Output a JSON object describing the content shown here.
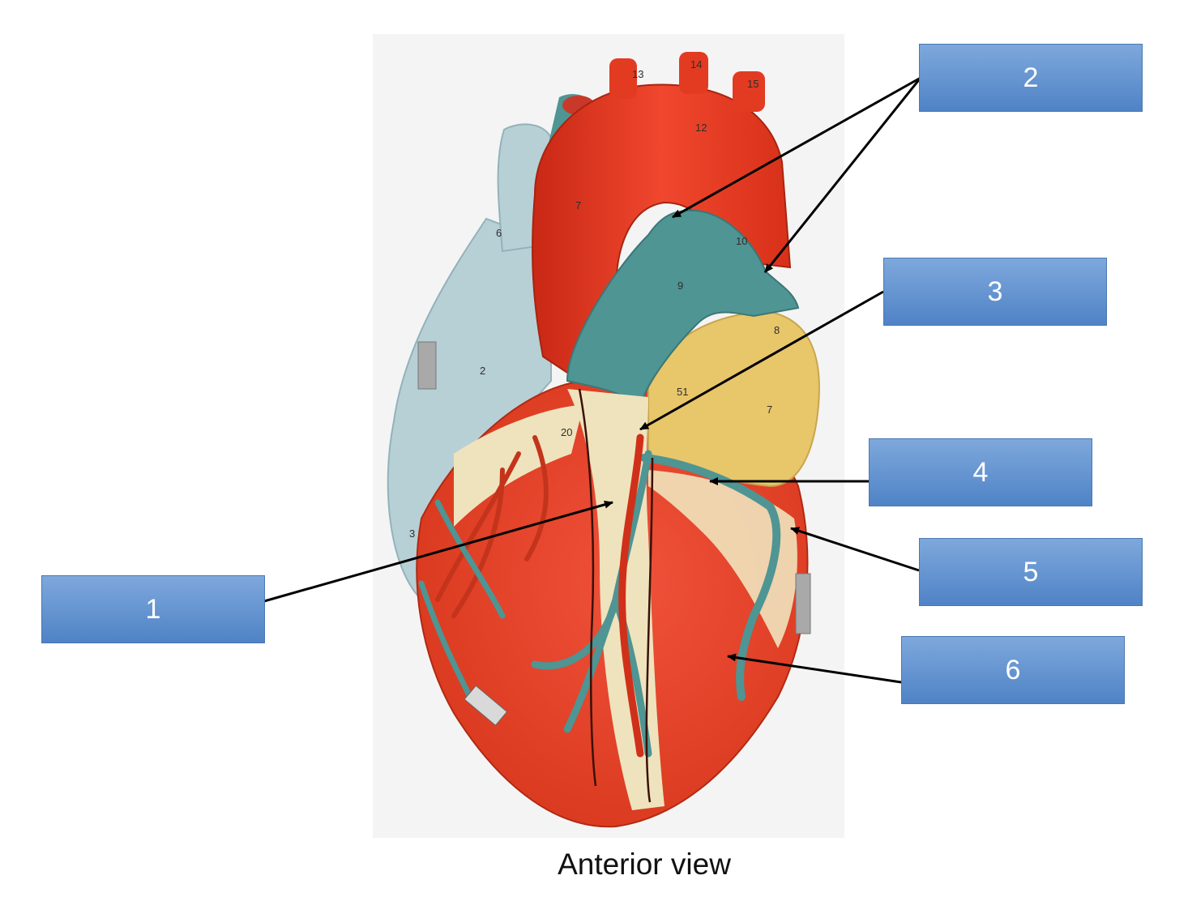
{
  "figure": {
    "caption": "Anterior view",
    "image_subject": "heart-model-anterior",
    "colors": {
      "artery_red": "#e03a22",
      "vein_teal": "#4e9593",
      "atrium_light_blue": "#b7d0d6",
      "auricle_yellow": "#e8c66a",
      "fat_cream": "#efe3bd",
      "label_fill": "#5b8fd0",
      "leader_line": "#000000"
    }
  },
  "labels": [
    {
      "id": "1",
      "text": "1"
    },
    {
      "id": "2",
      "text": "2"
    },
    {
      "id": "3",
      "text": "3"
    },
    {
      "id": "4",
      "text": "4"
    },
    {
      "id": "5",
      "text": "5"
    },
    {
      "id": "6",
      "text": "6"
    }
  ],
  "model_numbers": [
    "12",
    "13",
    "14",
    "15",
    "7",
    "9",
    "10",
    "6",
    "2",
    "3",
    "20",
    "51",
    "8",
    "7"
  ]
}
